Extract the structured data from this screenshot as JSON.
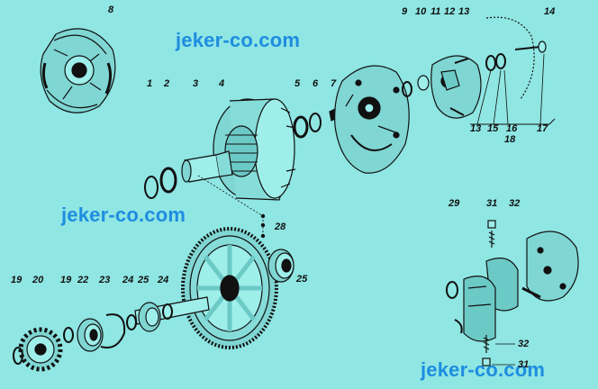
{
  "watermarks": [
    "jeker-co.com",
    "jeker-co.com",
    "jeker-co.com"
  ],
  "part_labels": {
    "p8": "8",
    "p1": "1",
    "p2": "2",
    "p3": "3",
    "p4": "4",
    "p5": "5",
    "p6": "6",
    "p7": "7",
    "p9": "9",
    "p10": "10",
    "p11": "11",
    "p12": "12",
    "p13_top": "13",
    "p14": "14",
    "p13_bottom": "13",
    "p15": "15",
    "p16": "16",
    "p17": "17",
    "p18": "18",
    "p28": "28",
    "p25_right": "25",
    "p29": "29",
    "p31_top": "31",
    "p32_top": "32",
    "p32_bottom": "32",
    "p31_bottom": "31",
    "p19_a": "19",
    "p20": "20",
    "p19_b": "19",
    "p22": "22",
    "p23": "23",
    "p24_a": "24",
    "p25_bottom": "25",
    "p24_b": "24"
  },
  "colors": {
    "background": "#8fe6e3",
    "watermark": "#1e8de0",
    "ink": "#111111"
  }
}
